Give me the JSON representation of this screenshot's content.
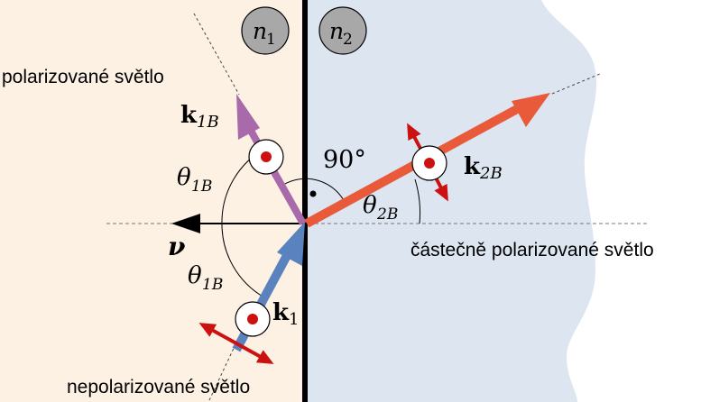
{
  "colors": {
    "medium1": "#fdf1e4",
    "medium2": "#dde5f0",
    "incident": "#5a82bf",
    "reflected": "#a86aaa",
    "refracted": "#e95a3a",
    "polarization": "#cc1111",
    "circle_gray": "#a8a8a8"
  },
  "media": {
    "n1": {
      "base": "n",
      "sub": "1"
    },
    "n2": {
      "base": "n",
      "sub": "2"
    }
  },
  "labels": {
    "polarized": "polarizované světlo",
    "partially_polarized": "částečně polarizované světlo",
    "unpolarized": "nepolarizované světlo",
    "right_angle": "90°",
    "normal": "ν"
  },
  "vectors": {
    "k1": {
      "base": "k",
      "sub": "1"
    },
    "k1B": {
      "base": "k",
      "sub": "1B"
    },
    "k2B": {
      "base": "k",
      "sub": "2B"
    }
  },
  "angles": {
    "theta1B_upper": {
      "base": "θ",
      "sub": "1B"
    },
    "theta1B_lower": {
      "base": "θ",
      "sub": "1B"
    },
    "theta2B": {
      "base": "θ",
      "sub": "2B"
    }
  }
}
